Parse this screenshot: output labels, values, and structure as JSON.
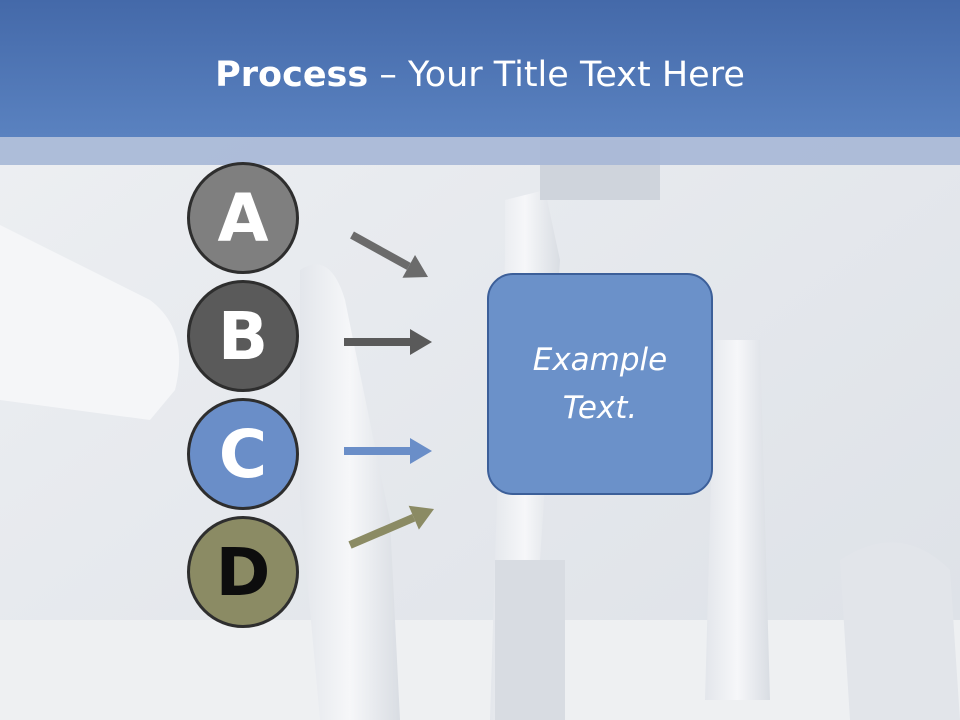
{
  "slide": {
    "title_bold": "Process",
    "title_rest": " – Your Title Text Here"
  },
  "steps": [
    {
      "letter": "A",
      "color": "#7f7f7f"
    },
    {
      "letter": "B",
      "color": "#5a5a5a"
    },
    {
      "letter": "C",
      "color": "#6a8ec8"
    },
    {
      "letter": "D",
      "color": "#8b8b64"
    }
  ],
  "arrow_colors": [
    "#6b6b6b",
    "#5a5a5a",
    "#6a8ec8",
    "#8b8b64"
  ],
  "example_box": {
    "line1": "Example",
    "line2": "Text."
  },
  "colors": {
    "header": "#4a72b2",
    "box": "#6b91c9"
  }
}
